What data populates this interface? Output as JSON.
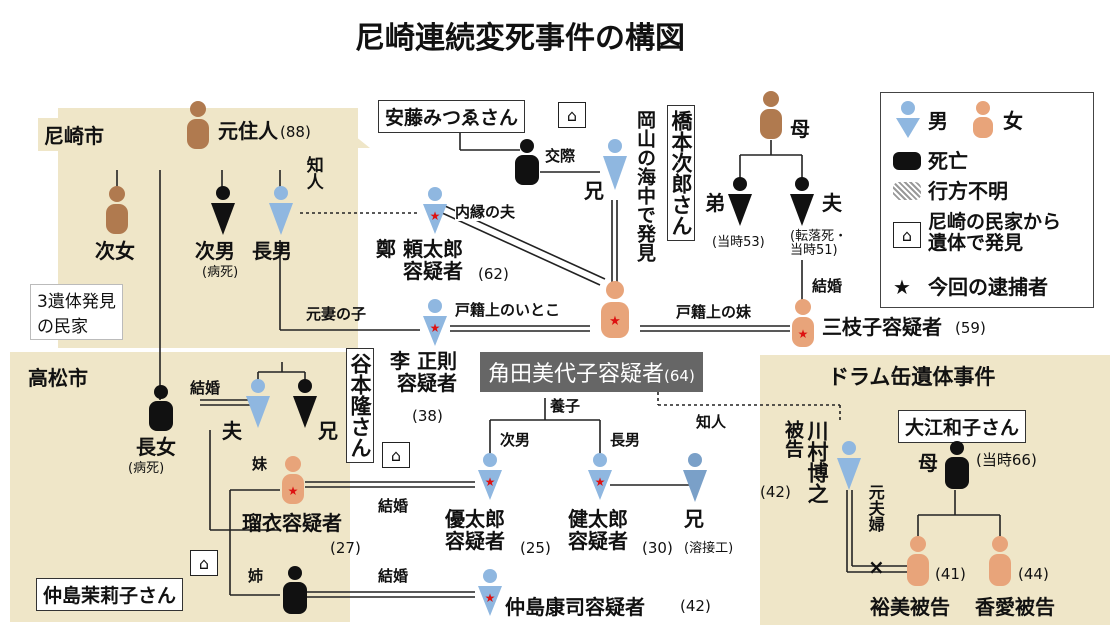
{
  "title": "尼崎連続変死事件の構図",
  "regions": {
    "amagasaki": "尼崎市",
    "takamatsu": "高松市",
    "drum": "ドラム缶遺体事件"
  },
  "legend": {
    "male": "男",
    "female": "女",
    "dead": "死亡",
    "missing": "行方不明",
    "found_label": "尼崎の民家から\n遺体で発見",
    "arrested": "今回の逮捕者"
  },
  "people": {
    "former_resident": "元住人",
    "former_resident_age": "(88)",
    "second_daughter": "次女",
    "second_son": "次男",
    "second_son_note": "(病死)",
    "eldest_son": "長男",
    "three_bodies": "3遺体発見\nの民家",
    "ando": "安藤みつゑさん",
    "hashimoto": "橋本次郎さん",
    "hashimoto_note": "岡山の海中で発見",
    "mother": "母",
    "younger_brother": "弟",
    "younger_brother_note": "(当時53)",
    "husband": "夫",
    "husband_note": "(転落死・\n当時51)",
    "tei": "鄭 頼太郎\n容疑者",
    "tei_age": "(62)",
    "mieko": "角田美代子容疑者",
    "mieko_age": "(64)",
    "mieko2": "三枝子容疑者",
    "mieko2_age": "(59)",
    "ri": "李 正則\n容疑者",
    "ri_age": "(38)",
    "tanimoto": "谷本隆さん",
    "eldest_daughter": "長女",
    "eldest_daughter_note": "(病死)",
    "otto": "夫",
    "ani": "兄",
    "imouto": "妹",
    "rui": "瑠衣容疑者",
    "rui_age": "(27)",
    "yuu": "優太郎\n容疑者",
    "yuu_age": "(25)",
    "ken": "健太郎\n容疑者",
    "ken_age": "(30)",
    "ani2": "兄",
    "ani2_note": "(溶接工)",
    "ane": "姉",
    "nakashima_mariko": "仲島茉莉子さん",
    "nakashima_yasuji": "仲島康司容疑者",
    "nakashima_age": "(42)",
    "kawamura": "川村博之",
    "kawamura_role": "被告",
    "kawamura_age": "(42)",
    "oe": "大江和子さん",
    "oe_mother": "母",
    "oe_age": "(当時66)",
    "hiromi": "裕美被告",
    "hiromi_age": "(41)",
    "kaai": "香愛被告",
    "kaai_age": "(44)"
  },
  "relations": {
    "acquaintance": "知人",
    "kousai": "交際",
    "ani_label": "兄",
    "naien": "内縁の夫",
    "motozuma": "元妻の子",
    "itoko": "戸籍上のいとこ",
    "imouto_koseki": "戸籍上の妹",
    "kekkon1": "結婚",
    "kekkon2": "結婚",
    "kekkon3": "結婚",
    "kekkon4": "結婚",
    "youshi": "養子",
    "jinan": "次男",
    "chounan": "長男",
    "chijin2": "知人",
    "motofuufu": "元夫婦"
  },
  "colors": {
    "male": "#8fb7e0",
    "female": "#e8a47a",
    "dead": "#111111",
    "missing": "#b07a4f",
    "region_bg": "#efe6c8",
    "mieko_box": "#666666"
  }
}
